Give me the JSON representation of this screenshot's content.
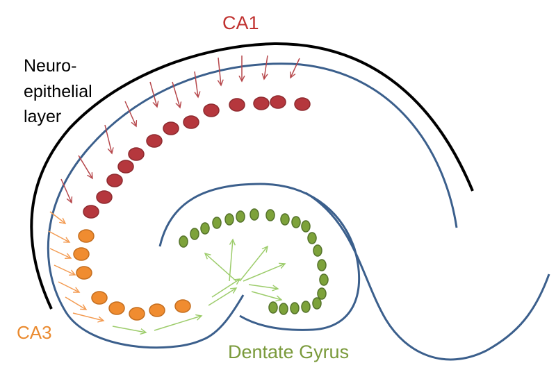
{
  "labels": {
    "ca1": "CA1",
    "neuroepithelial_line1": "Neuro-",
    "neuroepithelial_line2": "epithelial",
    "neuroepithelial_line3": "layer",
    "ca3": "CA3",
    "dentate_gyrus": "Dentate Gyrus"
  },
  "colors": {
    "ca1": "#c0312f",
    "ca1_cell": "#b5373d",
    "ca1_cell_stroke": "#8e2a2f",
    "ca1_arrow": "#b6474b",
    "ca3": "#ea8a2f",
    "ca3_cell": "#f08c30",
    "ca3_cell_stroke": "#c46e1f",
    "ca3_arrow": "#f39a50",
    "dentate": "#7a9a3b",
    "dentate_cell": "#7da23a",
    "dentate_cell_stroke": "#54722a",
    "dentate_arrow": "#9ccc6a",
    "outline_blue": "#3b5f8c",
    "outline_black": "#000000",
    "text_black": "#000000"
  }
}
